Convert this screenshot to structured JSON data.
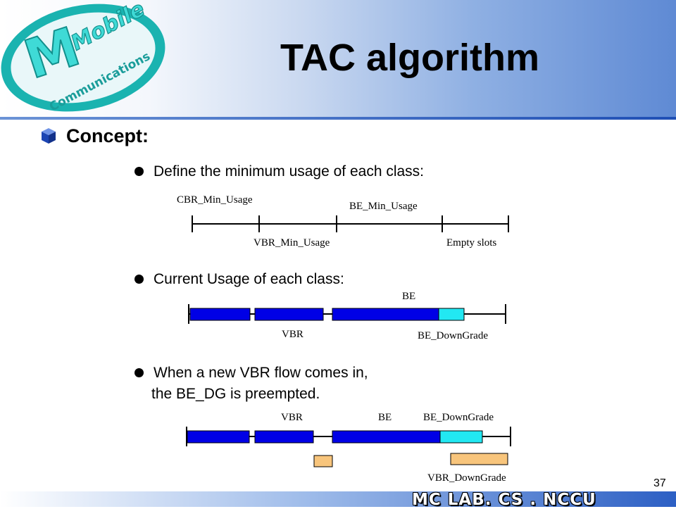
{
  "logo": {
    "word1": "Mobile",
    "word2": "Communications"
  },
  "title": "TAC algorithm",
  "concept": {
    "label": "Concept:"
  },
  "points": [
    {
      "lines": [
        "Define the minimum usage of each class:"
      ]
    },
    {
      "lines": [
        "Current Usage of each class:"
      ]
    },
    {
      "lines": [
        "When a new VBR flow comes in,",
        "the BE_DG is preempted."
      ]
    }
  ],
  "diagram1": {
    "labels_above": [
      "CBR_Min_Usage",
      "BE_Min_Usage"
    ],
    "labels_below": [
      "VBR_Min_Usage",
      "Empty slots"
    ]
  },
  "diagram2": {
    "label_be": "BE",
    "label_vbr": "VBR",
    "label_be_downgrade": "BE_DownGrade"
  },
  "diagram3": {
    "label_vbr": "VBR",
    "label_be": "BE",
    "label_be_downgrade": "BE_DownGrade",
    "label_vbr_downgrade": "VBR_DownGrade"
  },
  "colors": {
    "class_bar": "#0000e6",
    "be_downgrade": "#22e8f2",
    "vbr_downgrade": "#f8c57c"
  },
  "page_number": "37",
  "footer": "MC LAB. CS . NCCU"
}
